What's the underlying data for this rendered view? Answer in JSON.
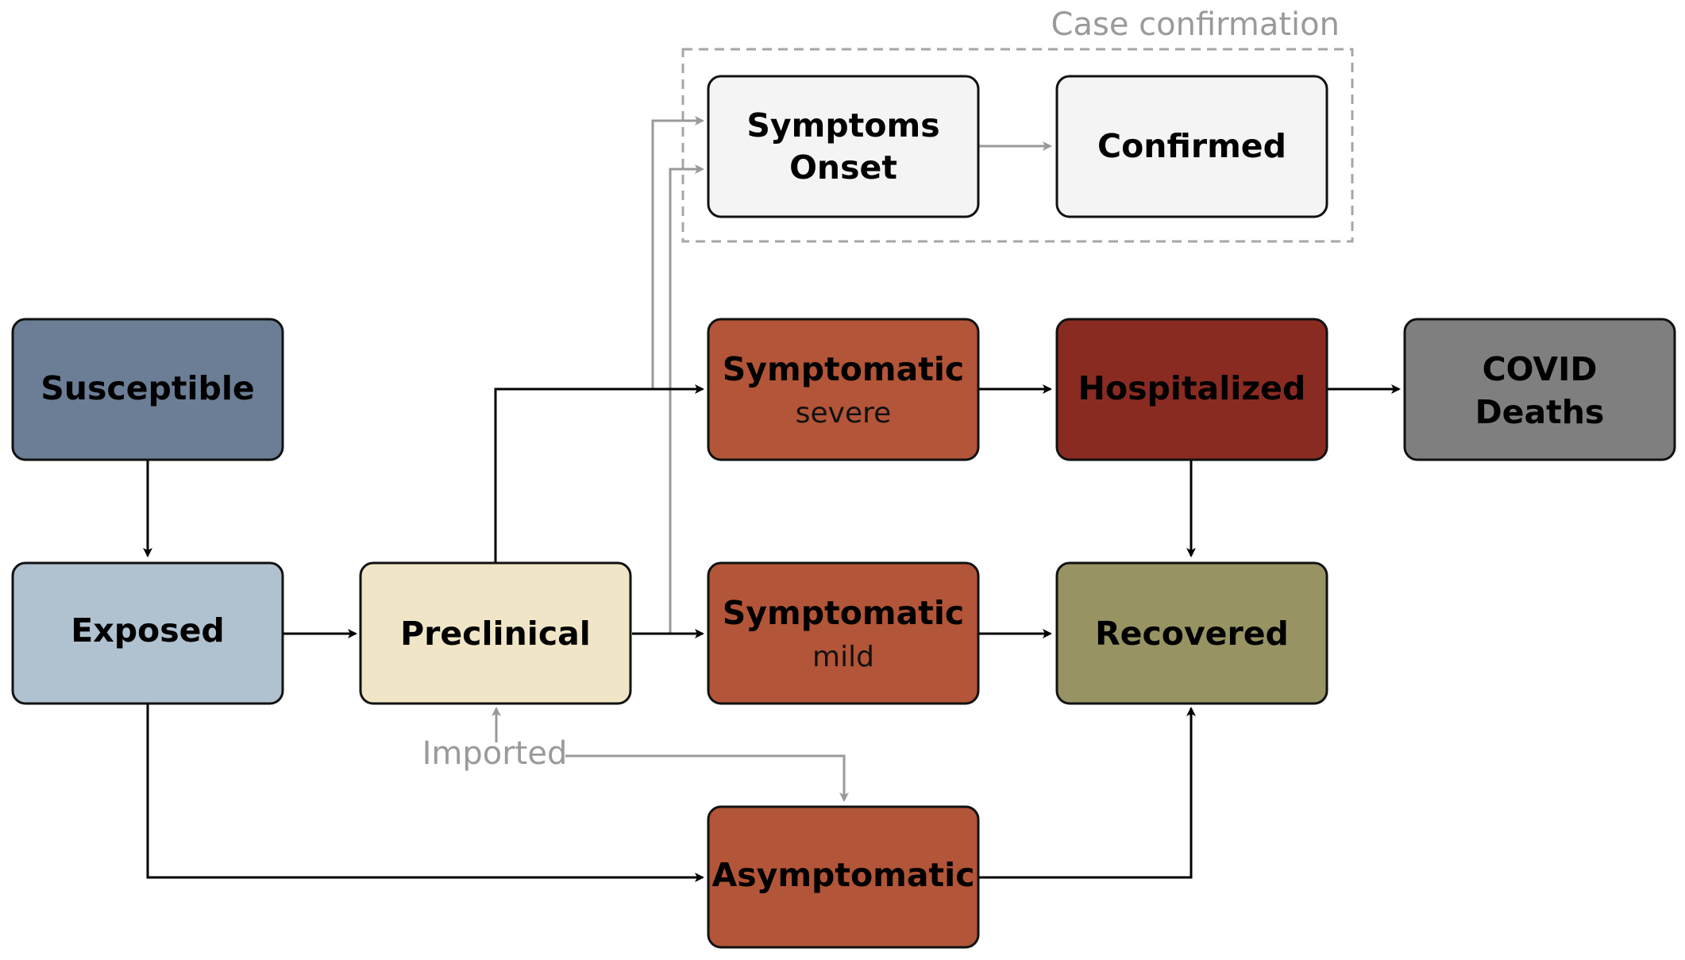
{
  "group": {
    "label": "Case confirmation"
  },
  "imported_label": "Imported",
  "nodes": {
    "susceptible": {
      "title": "Susceptible",
      "color": "#6b7e96"
    },
    "exposed": {
      "title": "Exposed",
      "color": "#b0c1cf"
    },
    "preclinical": {
      "title": "Preclinical",
      "color": "#f0e5c6"
    },
    "symptoms_onset": {
      "title_line1": "Symptoms",
      "title_line2": "Onset",
      "color": "#f4f4f4"
    },
    "confirmed": {
      "title": "Confirmed",
      "color": "#f4f4f4"
    },
    "symptomatic_severe": {
      "title": "Symptomatic",
      "subtitle": "severe",
      "color": "#b35538"
    },
    "symptomatic_mild": {
      "title": "Symptomatic",
      "subtitle": "mild",
      "color": "#b35538"
    },
    "asymptomatic": {
      "title": "Asymptomatic",
      "color": "#b35538"
    },
    "hospitalized": {
      "title": "Hospitalized",
      "color": "#8a2b22"
    },
    "recovered": {
      "title": "Recovered",
      "color": "#979363"
    },
    "covid_deaths": {
      "title_line1": "COVID",
      "title_line2": "Deaths",
      "color": "#7f7f7f"
    }
  }
}
